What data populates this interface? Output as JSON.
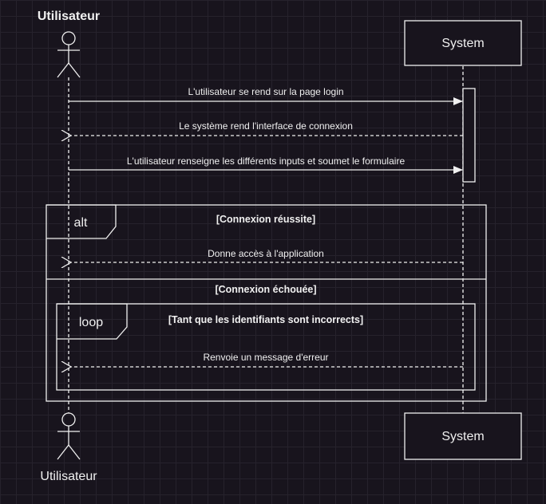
{
  "actor": {
    "top_label": "Utilisateur",
    "bottom_label": "Utilisateur"
  },
  "system": {
    "top_label": "System",
    "bottom_label": "System"
  },
  "messages": [
    "L'utilisateur se rend sur la page login",
    "Le système rend l'interface de connexion",
    "L'utilisateur renseigne les différents inputs et soumet le formulaire",
    "Donne accès à l'application",
    "Renvoie un message d'erreur"
  ],
  "alt_fragment": {
    "label": "alt",
    "guard_success": "[Connexion réussite]",
    "guard_failure": "[Connexion échouée]"
  },
  "loop_fragment": {
    "label": "loop",
    "guard": "[Tant que les identifiants sont incorrects]"
  }
}
